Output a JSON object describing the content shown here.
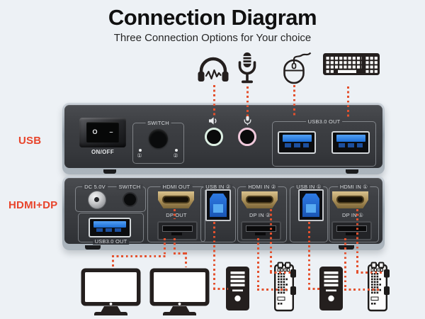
{
  "header": {
    "title": "Connection Diagram",
    "subtitle": "Three Connection Options for Your choice"
  },
  "side_labels": {
    "top": "USB",
    "bottom": "HDMI+DP"
  },
  "front_panel": {
    "power_switch": {
      "on_symbol": "O",
      "off_symbol": "–",
      "label": "ON/OFF"
    },
    "switch": {
      "label": "SWITCH",
      "port1": "①",
      "port2": "②"
    },
    "usb_out": {
      "label": "USB3.0 OUT"
    }
  },
  "rear_panel": {
    "dc": "DC 5.0V",
    "switch": "SWITCH",
    "usb_out": "USB3.0 OUT",
    "hdmi_out": "HDMI OUT",
    "dp_out": "DP OUT",
    "usb_in_2": "USB IN ②",
    "hdmi_in_2": "HDMI IN ②",
    "dp_in_2": "DP IN ②",
    "usb_in_1": "USB IN ①",
    "hdmi_in_1": "HDMI IN ①",
    "dp_in_1": "DP IN ①"
  },
  "icons": {
    "peripherals": [
      "headphones-icon",
      "microphone-icon",
      "mouse-icon",
      "keyboard-icon"
    ],
    "devices": [
      "monitor-icon",
      "monitor-icon",
      "pc-tower-icon",
      "video-card-icon",
      "pc-tower-icon",
      "video-card-icon"
    ]
  },
  "colors": {
    "accent_red": "#E8442B",
    "dashed_line": "#E4512E",
    "panel_body": "#3F4145",
    "panel_rim": "#A9B3BC",
    "usb_blue": "#2E86EA",
    "hdmi_gold": "#B49A66",
    "background": "#EDF1F5",
    "audio_jack_ring": "#DCEFE3",
    "mic_jack_ring": "#F0C9DB"
  }
}
